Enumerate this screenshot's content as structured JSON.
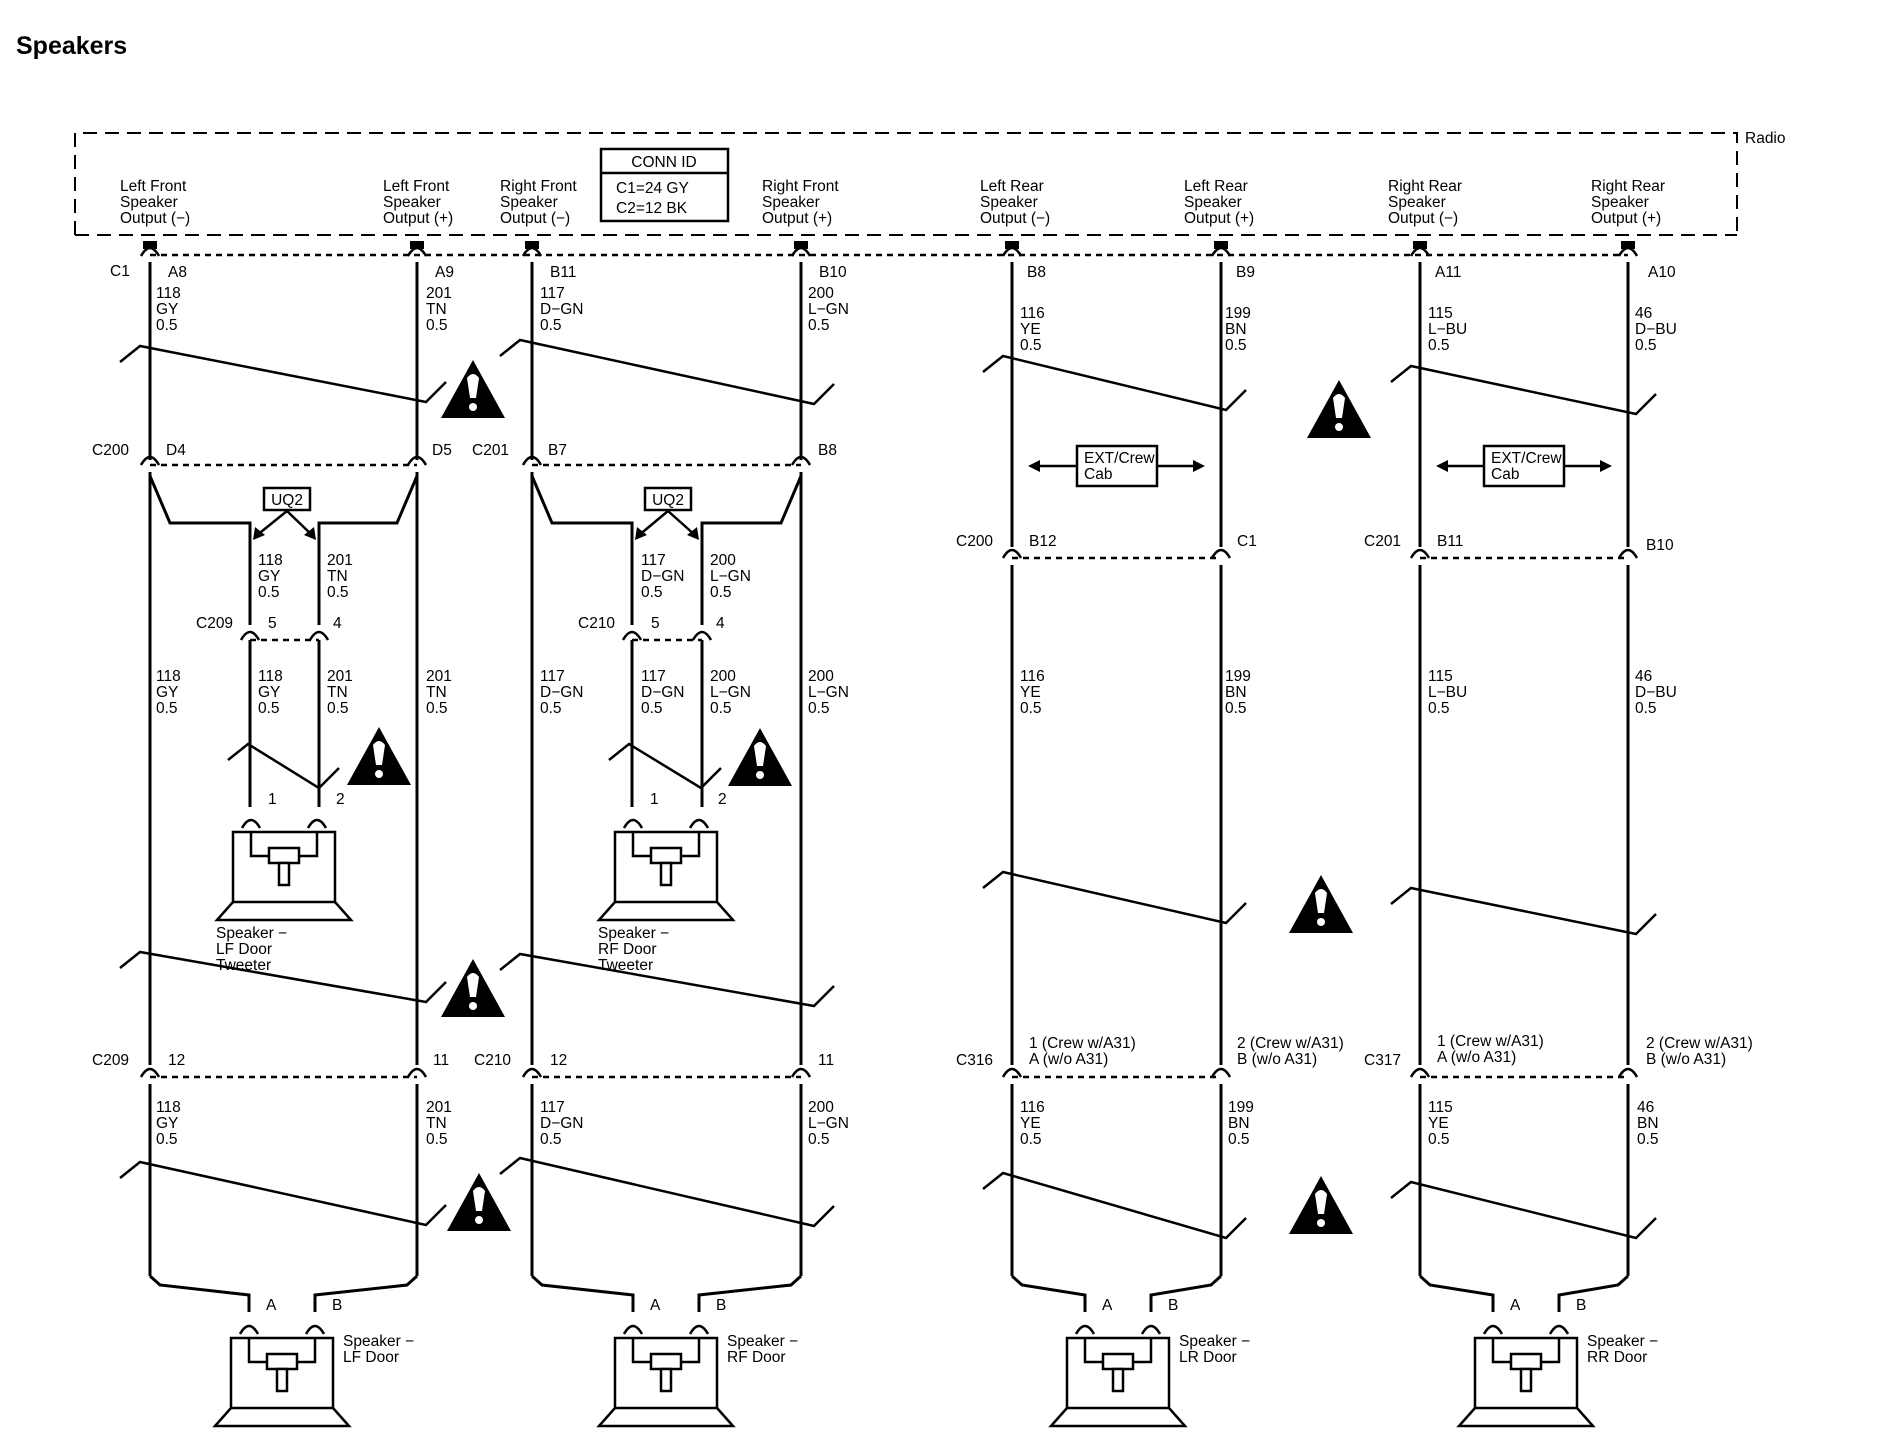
{
  "title": "Speakers",
  "radio": {
    "name": "Radio",
    "conn_id": {
      "title": "CONN ID",
      "lines": [
        "C1=24 GY",
        "C2=12 BK"
      ]
    },
    "outputs": [
      [
        "Left Front",
        "Speaker",
        "Output (−)"
      ],
      [
        "Left Front",
        "Speaker",
        "Output (+)"
      ],
      [
        "Right Front",
        "Speaker",
        "Output (−)"
      ],
      [
        "Right Front",
        "Speaker",
        "Output (+)"
      ],
      [
        "Left Rear",
        "Speaker",
        "Output (−)"
      ],
      [
        "Left Rear",
        "Speaker",
        "Output (+)"
      ],
      [
        "Right Rear",
        "Speaker",
        "Output (−)"
      ],
      [
        "Right Rear",
        "Speaker",
        "Output (+)"
      ]
    ],
    "connector": "C1",
    "pins": [
      "A8",
      "A9",
      "B11",
      "B10",
      "B8",
      "B9",
      "A11",
      "A10"
    ]
  },
  "wires": {
    "top_front": [
      [
        "118",
        "GY",
        "0.5"
      ],
      [
        "201",
        "TN",
        "0.5"
      ],
      [
        "117",
        "D−GN",
        "0.5"
      ],
      [
        "200",
        "L−GN",
        "0.5"
      ]
    ],
    "top_rear": [
      [
        "116",
        "YE",
        "0.5"
      ],
      [
        "199",
        "BN",
        "0.5"
      ],
      [
        "115",
        "L−BU",
        "0.5"
      ],
      [
        "46",
        "D−BU",
        "0.5"
      ]
    ],
    "tweeter_top": [
      [
        "118",
        "GY",
        "0.5"
      ],
      [
        "201",
        "TN",
        "0.5"
      ],
      [
        "117",
        "D−GN",
        "0.5"
      ],
      [
        "200",
        "L−GN",
        "0.5"
      ]
    ],
    "mid_front": [
      [
        "118",
        "GY",
        "0.5"
      ],
      [
        "118",
        "GY",
        "0.5"
      ],
      [
        "201",
        "TN",
        "0.5"
      ],
      [
        "201",
        "TN",
        "0.5"
      ],
      [
        "117",
        "D−GN",
        "0.5"
      ],
      [
        "117",
        "D−GN",
        "0.5"
      ],
      [
        "200",
        "L−GN",
        "0.5"
      ],
      [
        "200",
        "L−GN",
        "0.5"
      ]
    ],
    "mid_rear": [
      [
        "116",
        "YE",
        "0.5"
      ],
      [
        "199",
        "BN",
        "0.5"
      ],
      [
        "115",
        "L−BU",
        "0.5"
      ],
      [
        "46",
        "D−BU",
        "0.5"
      ]
    ],
    "bottom": [
      [
        "118",
        "GY",
        "0.5"
      ],
      [
        "201",
        "TN",
        "0.5"
      ],
      [
        "117",
        "D−GN",
        "0.5"
      ],
      [
        "200",
        "L−GN",
        "0.5"
      ],
      [
        "116",
        "YE",
        "0.5"
      ],
      [
        "199",
        "BN",
        "0.5"
      ],
      [
        "115",
        "YE",
        "0.5"
      ],
      [
        "46",
        "BN",
        "0.5"
      ]
    ]
  },
  "connectors": {
    "c200": {
      "name": "C200",
      "pins": [
        "D4",
        "D5"
      ]
    },
    "c201": {
      "name": "C201",
      "pins": [
        "B7",
        "B8"
      ]
    },
    "c209a": {
      "name": "C209",
      "pins": [
        "5",
        "4"
      ]
    },
    "c210a": {
      "name": "C210",
      "pins": [
        "5",
        "4"
      ]
    },
    "c200r": {
      "name": "C200",
      "pins": [
        "B12",
        "C1"
      ]
    },
    "c201r": {
      "name": "C201",
      "pins": [
        "B11",
        "B10"
      ]
    },
    "c209b": {
      "name": "C209",
      "pins": [
        "12",
        "11"
      ]
    },
    "c210b": {
      "name": "C210",
      "pins": [
        "12",
        "11"
      ]
    },
    "c316": {
      "name": "C316",
      "pins": [
        [
          "1 (Crew w/A31)",
          "A (w/o A31)"
        ],
        [
          "2 (Crew w/A31)",
          "B (w/o A31)"
        ]
      ]
    },
    "c317": {
      "name": "C317",
      "pins": [
        [
          "1 (Crew w/A31)",
          "A (w/o A31)"
        ],
        [
          "2 (Crew w/A31)",
          "B (w/o A31)"
        ]
      ]
    }
  },
  "options": {
    "uq2": "UQ2",
    "ext_crew": [
      "EXT/Crew",
      "Cab"
    ]
  },
  "tweeters": [
    {
      "pins": [
        "1",
        "2"
      ],
      "label": [
        "Speaker −",
        "LF Door",
        "Tweeter"
      ]
    },
    {
      "pins": [
        "1",
        "2"
      ],
      "label": [
        "Speaker −",
        "RF Door",
        "Tweeter"
      ]
    }
  ],
  "speakers": [
    {
      "pins": [
        "A",
        "B"
      ],
      "label": [
        "Speaker −",
        "LF Door"
      ]
    },
    {
      "pins": [
        "A",
        "B"
      ],
      "label": [
        "Speaker −",
        "RF Door"
      ]
    },
    {
      "pins": [
        "A",
        "B"
      ],
      "label": [
        "Speaker −",
        "LR Door"
      ]
    },
    {
      "pins": [
        "A",
        "B"
      ],
      "label": [
        "Speaker −",
        "RR Door"
      ]
    }
  ]
}
